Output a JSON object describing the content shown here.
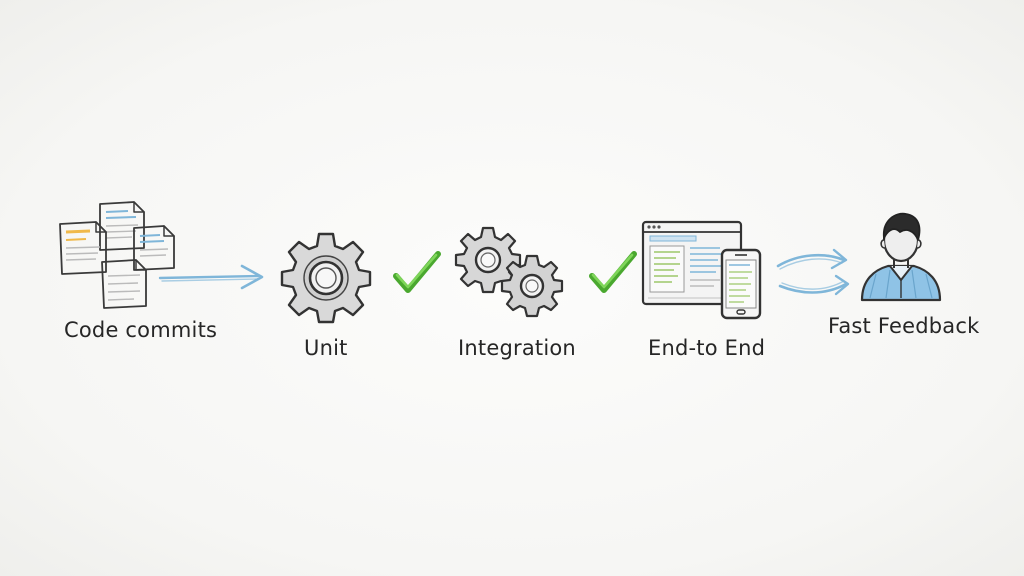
{
  "steps": [
    {
      "id": "code-commits",
      "label": "Code commits",
      "icon": "documents-icon"
    },
    {
      "id": "unit",
      "label": "Unit",
      "icon": "gear-icon"
    },
    {
      "id": "integration",
      "label": "Integration",
      "icon": "gears-icon"
    },
    {
      "id": "end-to-end",
      "label": "End-to End",
      "icon": "browser-mobile-icon"
    },
    {
      "id": "fast-feedback",
      "label": "Fast Feedback",
      "icon": "person-icon"
    }
  ],
  "connectors": [
    "arrow-right-icon",
    "check-icon",
    "check-icon",
    "feedback-arrows-icon"
  ],
  "colors": {
    "ink": "#3a3a3a",
    "check": "#5cc23a",
    "arrow": "#7fb6d9",
    "doc_accent": "#f0b94a",
    "person_shirt": "#8fc3e6"
  }
}
